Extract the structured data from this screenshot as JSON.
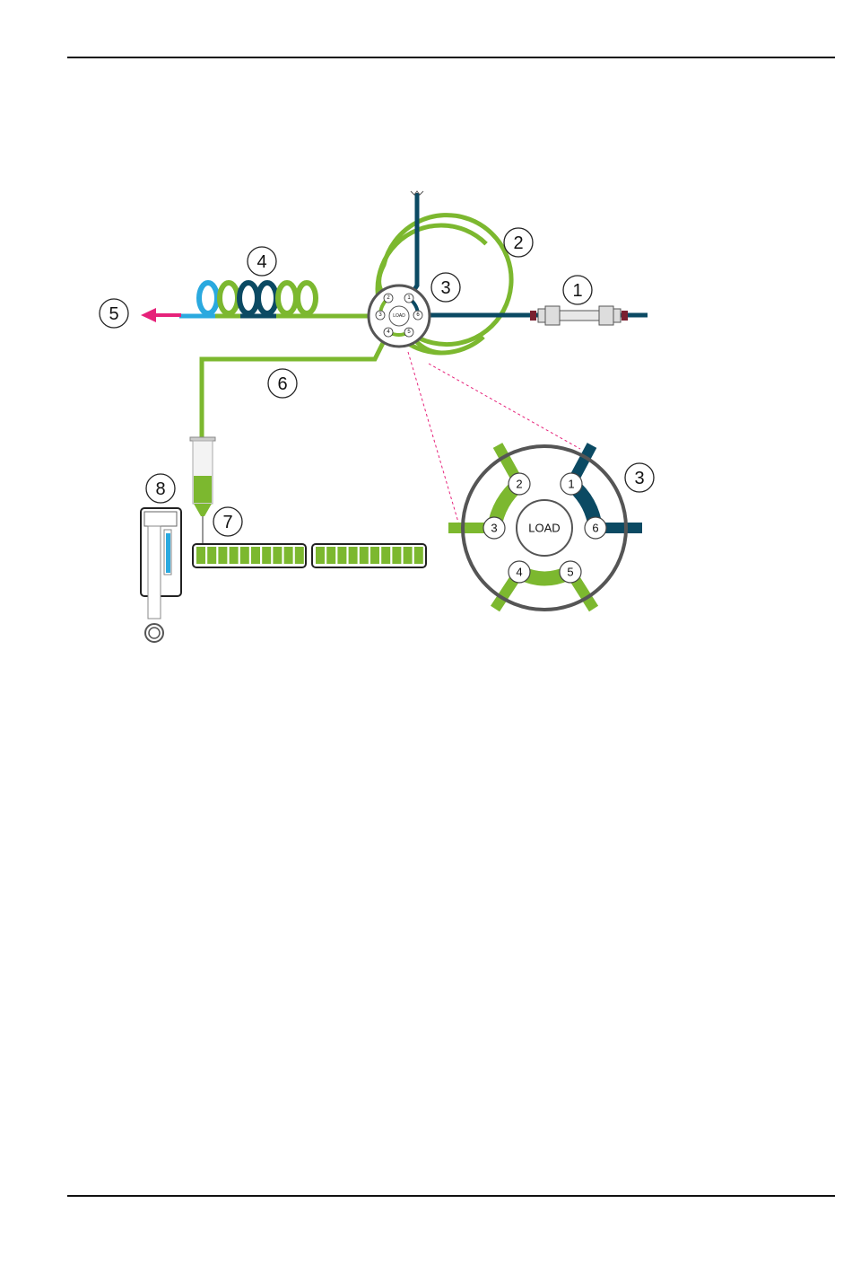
{
  "diagram": {
    "callouts": [
      "1",
      "2",
      "3",
      "4",
      "5",
      "6",
      "7",
      "8"
    ],
    "valve_label": "LOAD",
    "ports": [
      "1",
      "2",
      "3",
      "4",
      "5",
      "6"
    ],
    "detail_callout": "3"
  },
  "colors": {
    "green": "#7cb82f",
    "dark_blue": "#0b4a63",
    "light_blue": "#2aa9df",
    "pink": "#e6227a",
    "gray": "#555555"
  }
}
